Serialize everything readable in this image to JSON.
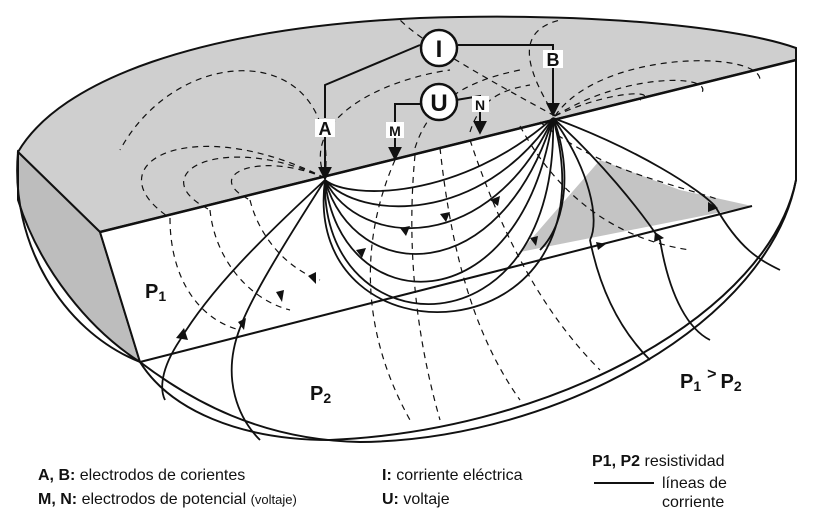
{
  "electrodes": {
    "a": "A",
    "b": "B",
    "m": "M",
    "n": "N"
  },
  "meters": {
    "current": "I",
    "voltage": "U"
  },
  "layers": {
    "p1": {
      "base": "P",
      "sub": "1"
    },
    "p2": {
      "base": "P",
      "sub": "2"
    },
    "relation": {
      "left_base": "P",
      "left_sub": "1",
      "op": ">",
      "right_base": "P",
      "right_sub": "2"
    }
  },
  "legend": {
    "ab_key": "A, B:",
    "ab_text": "electrodos de corientes",
    "mn_key": "M, N:",
    "mn_text": "electrodos de potencial",
    "mn_note": "(voltaje)",
    "i_key": "I:",
    "i_text": "corriente eléctrica",
    "u_key": "U:",
    "u_text": "voltaje",
    "p_key": "P1, P2",
    "p_text": "resistividad",
    "line_text_1": "líneas de",
    "line_text_2": "corriente"
  },
  "colors": {
    "surface": "#cfcfcf",
    "side": "#bdbdbd",
    "line": "#111111",
    "background": "#ffffff"
  }
}
